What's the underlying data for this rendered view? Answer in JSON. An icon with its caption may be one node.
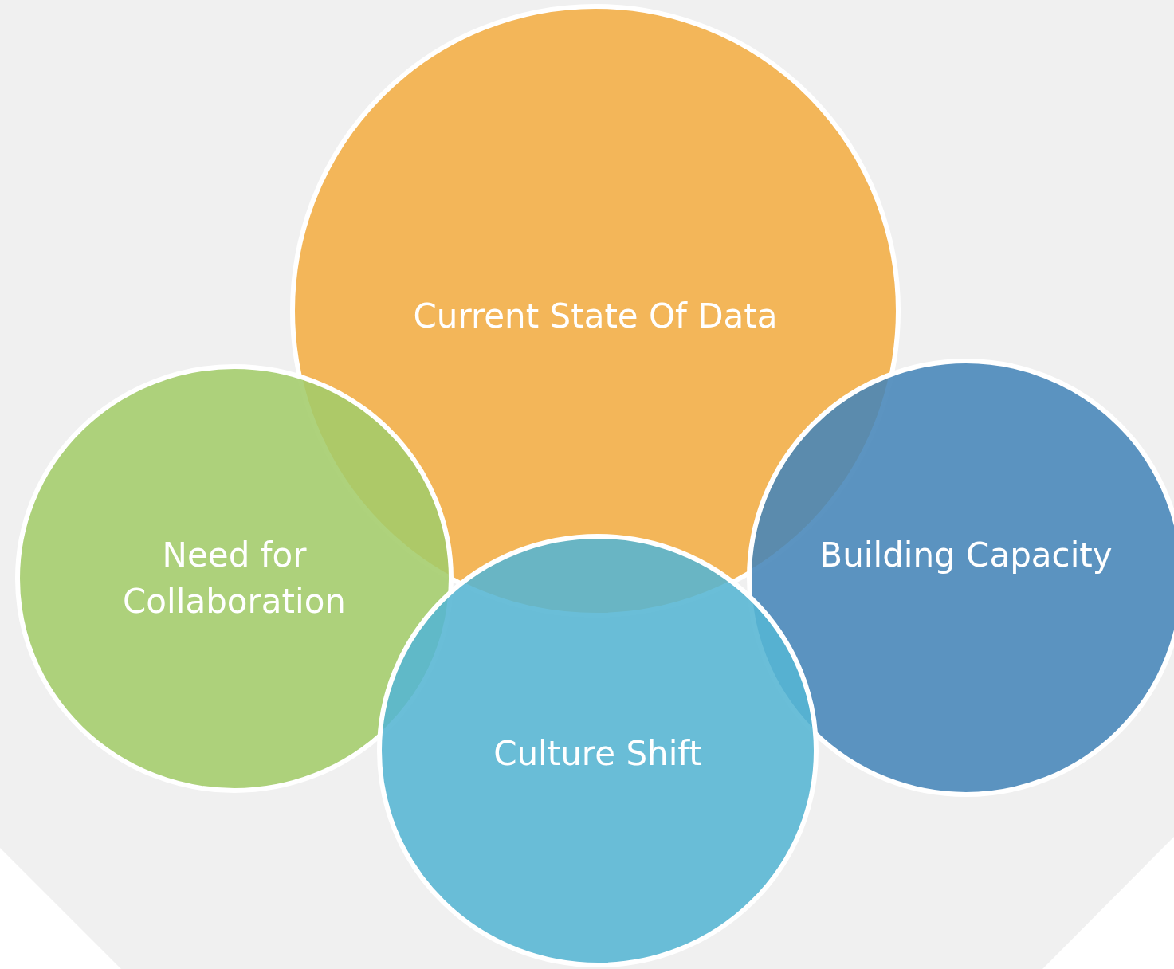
{
  "diagram": {
    "nodes": [
      {
        "text": [
          "Current State Of Data"
        ]
      },
      {
        "text": [
          "Need for Collaboration"
        ]
      },
      {
        "text": [
          "Building Capacity"
        ]
      },
      {
        "text": [
          "Culture Shift"
        ]
      }
    ]
  }
}
